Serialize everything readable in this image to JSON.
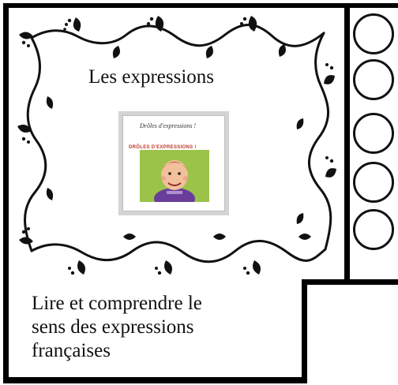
{
  "card": {
    "title": "Les expressions",
    "cover": {
      "top_text": "Drôles d'expressions !",
      "sub_text": "DRÔLES D'EXPRESSIONS !"
    },
    "description_lines": [
      "Lire et comprendre le",
      "sens des expressions",
      "françaises"
    ]
  },
  "checkboxes": [
    {
      "checked": false
    },
    {
      "checked": false
    },
    {
      "checked": false
    },
    {
      "checked": false
    },
    {
      "checked": false
    }
  ],
  "colors": {
    "ink": "#111111",
    "cover_bg": "#9bc34a",
    "cover_title_red": "#c0392b"
  }
}
